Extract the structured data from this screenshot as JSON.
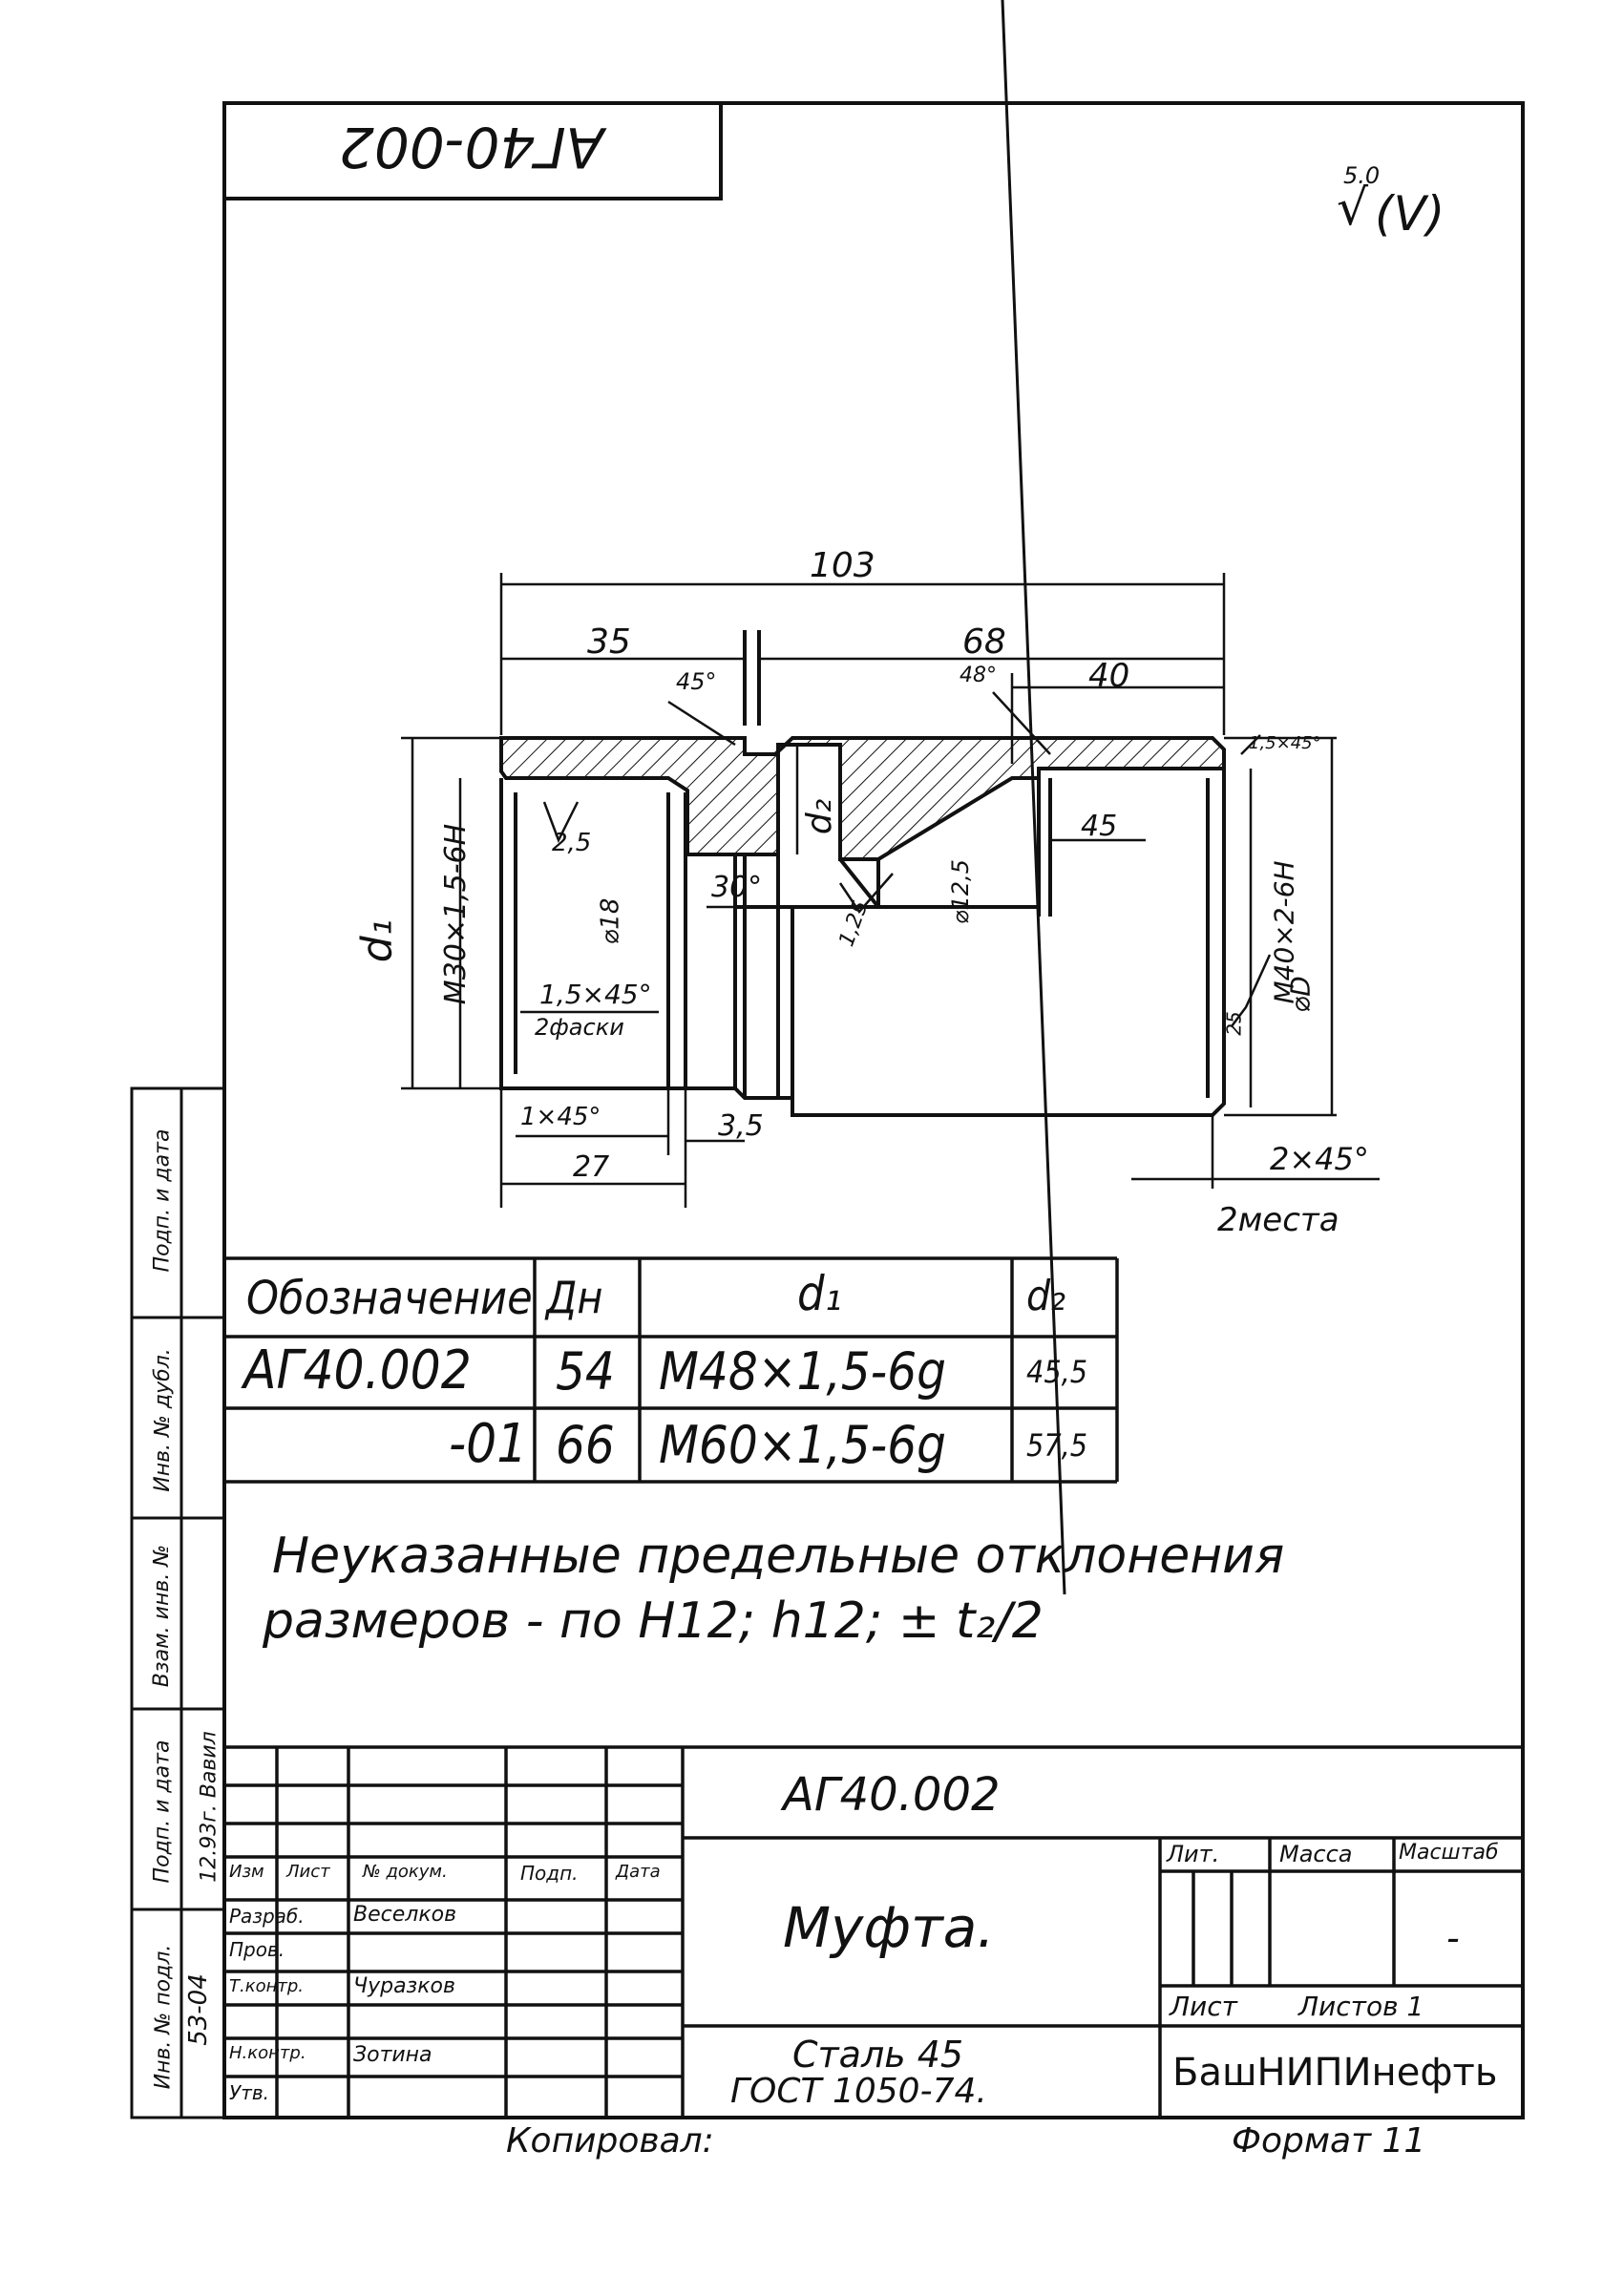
{
  "drawing": {
    "code_rotated": "АГ40-002",
    "roughness_top": "5.0",
    "roughness_paren": "(V)",
    "dims": {
      "overall": "103",
      "left": "35",
      "right_total": "68",
      "right_bore": "40",
      "angle_45": "45°",
      "angle_48": "48°",
      "bore_left_thread": "M30×1,5-6H",
      "d1_label": "d₁",
      "d2_label": "d₂",
      "dia_18": "⌀18",
      "dia_125": "⌀12,5",
      "angle_30": "30°",
      "rough_25a": "2,5",
      "rough_25b": "1,25",
      "bore_45": "45",
      "right_thread": "M40×2-6H",
      "D_label": "⌀D",
      "chamfer_mid": "1,5×45°",
      "chamfer_note": "2фаски",
      "chamfer_1": "1×45°",
      "groove": "3,5",
      "len_27": "27",
      "chamfer_2": "2×45°",
      "places": "2места",
      "chamfer_top": "1,5×45°",
      "rough_right": "25"
    }
  },
  "variants_table": {
    "headers": [
      "Обозначение",
      "Дн",
      "d₁",
      "d₂"
    ],
    "rows": [
      [
        "АГ40.002",
        "54",
        "M48×1,5-6g",
        "45,5"
      ],
      [
        "-01",
        "66",
        "M60×1,5-6g",
        "57,5"
      ]
    ]
  },
  "notes": {
    "line1": "Неуказанные предельные отклонения",
    "line2": "размеров - по H12; h12; ± t₂/2"
  },
  "title_block": {
    "designation": "АГ40.002",
    "part_name": "Муфта.",
    "material_1": "Сталь 45",
    "material_2": "ГОСТ 1050-74.",
    "org": "БашНИПИнефть",
    "hdr_lit": "Лит.",
    "hdr_mass": "Масса",
    "hdr_scale": "Масштаб",
    "scale_value": "-",
    "sheet": "Лист",
    "sheets": "Листов 1",
    "rev_headers": [
      "Изм",
      "Лист",
      "№ докум.",
      "Подп.",
      "Дата"
    ],
    "roles": [
      {
        "role": "Разраб.",
        "name": "Веселков"
      },
      {
        "role": "Пров.",
        "name": ""
      },
      {
        "role": "Т.контр.",
        "name": "Чуразков"
      },
      {
        "role": "Н.контр.",
        "name": "Зотина"
      },
      {
        "role": "Утв.",
        "name": ""
      }
    ],
    "copied": "Копировал:",
    "format": "Формат 11"
  },
  "side_strip": {
    "labels": [
      "Подп. и дата",
      "Инв. № дубл.",
      "Взам. инв. №",
      "Подп. и дата",
      "Инв. № подл."
    ],
    "values": [
      "",
      "",
      "",
      "12.93г. Вавил",
      "53-04"
    ]
  }
}
